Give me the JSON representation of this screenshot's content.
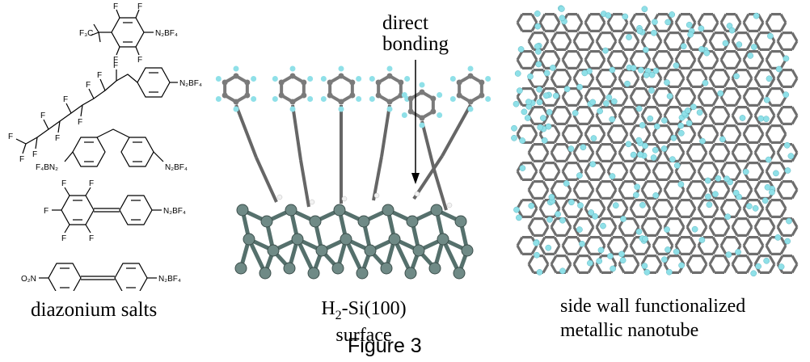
{
  "labels": {
    "diazonium": "diazonium salts",
    "si_surface_prefix": "H",
    "si_surface_sub": "2",
    "si_surface_suffix": "-Si(100)",
    "si_surface_line2": "surface",
    "nanotube_line1": "side wall functionalized",
    "nanotube_line2": "metallic nanotube",
    "direct_line1": "direct",
    "direct_line2": "bonding",
    "figure_caption": "Figure 3"
  },
  "molecules": {
    "m1": {
      "left": "F₃C",
      "right": "N₂BF₄",
      "sub": "F",
      "f": "F"
    },
    "m2": {
      "right": "N₂BF₄",
      "f": "F",
      "f3": "F"
    },
    "m3": {
      "left": "F₄BN₂",
      "right": "N₂BF₄"
    },
    "m4": {
      "right": "N₂BF₄",
      "f": "F"
    },
    "m5": {
      "left": "O₂N",
      "right": "N₂BF₄"
    }
  },
  "colors": {
    "silicon": "#6f8a86",
    "carbon": "#7a7a7a",
    "fluorine": "#8fe0e8",
    "hydrogen": "#f2f2f2",
    "bond": "#000000"
  }
}
